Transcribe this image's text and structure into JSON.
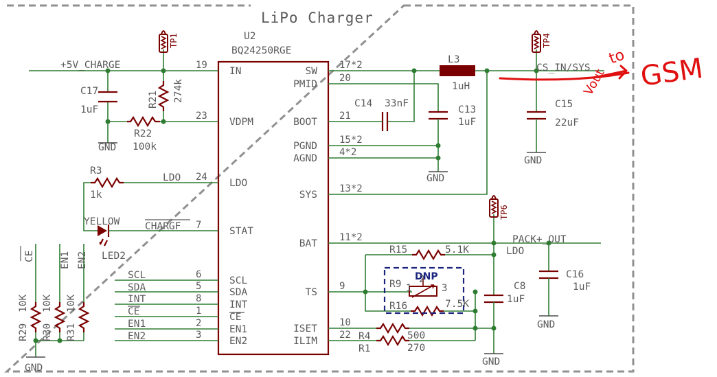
{
  "title": "LiPo Charger",
  "chip": {
    "ref": "U2",
    "part": "BQ24250RGE",
    "left_pins": [
      {
        "name": "IN",
        "num": "19"
      },
      {
        "name": "VDPM",
        "num": "23"
      },
      {
        "name": "LDO",
        "num": "24"
      },
      {
        "name": "STAT",
        "num": "7"
      },
      {
        "name": "SCL",
        "num": "6"
      },
      {
        "name": "SDA",
        "num": "5"
      },
      {
        "name": "INT",
        "num": "8"
      },
      {
        "name": "CE",
        "num": "1"
      },
      {
        "name": "EN1",
        "num": "2"
      },
      {
        "name": "EN2",
        "num": "3"
      }
    ],
    "right_pins": [
      {
        "name": "SW",
        "num": "17*2"
      },
      {
        "name": "PMID",
        "num": "20"
      },
      {
        "name": "BOOT",
        "num": "21"
      },
      {
        "name": "PGND",
        "num": "15*2"
      },
      {
        "name": "AGND",
        "num": "4*2"
      },
      {
        "name": "SYS",
        "num": "13*2"
      },
      {
        "name": "BAT",
        "num": "11*2"
      },
      {
        "name": "TS",
        "num": "9"
      },
      {
        "name": "ISET",
        "num": "10"
      },
      {
        "name": "ILIM",
        "num": "22"
      }
    ]
  },
  "nets": {
    "charge_in": "+5V_CHARGE",
    "cs_in_sys": "CS_IN/SYS",
    "pack_out": "PACK+_OUT",
    "ldo": "LDO",
    "ldo_pin": "LDO",
    "chargf": "CHARGF",
    "gnd": "GND",
    "scl": "SCL",
    "sda": "SDA",
    "int": "INT",
    "ce": "CE",
    "en1": "EN1",
    "en2": "EN2",
    "ce_top": "CE",
    "en1_top": "EN1",
    "en2_top": "EN2"
  },
  "components": {
    "c17": {
      "ref": "C17",
      "value": "1uF"
    },
    "r21": {
      "ref": "R21",
      "value": "274k"
    },
    "r22": {
      "ref": "R22",
      "value": "100k"
    },
    "r3": {
      "ref": "R3",
      "value": "1k"
    },
    "led2": {
      "ref": "LED2",
      "value": "YELLOW"
    },
    "c14": {
      "ref": "C14",
      "value": "33nF"
    },
    "c13": {
      "ref": "C13",
      "value": "1uF"
    },
    "l3": {
      "ref": "L3",
      "value": "1uH"
    },
    "c15": {
      "ref": "C15",
      "value": "22uF"
    },
    "r15": {
      "ref": "R15",
      "value": "5.1K"
    },
    "r9": {
      "ref": "R9",
      "pin1": "1",
      "pin2": "2",
      "pin3": "3",
      "note": "DNP"
    },
    "r16": {
      "ref": "R16",
      "value": "7.5K"
    },
    "c8": {
      "ref": "C8",
      "value": "1uF"
    },
    "c16": {
      "ref": "C16",
      "value": "1uF"
    },
    "r4": {
      "ref": "R4",
      "value": "500"
    },
    "r1": {
      "ref": "R1",
      "value": "270"
    },
    "r29": {
      "ref": "R29",
      "value": "10K"
    },
    "r30": {
      "ref": "R30",
      "value": "10K"
    },
    "r31": {
      "ref": "R31",
      "value": "10K"
    }
  },
  "test_points": [
    "TP1",
    "TP4",
    "TP6"
  ],
  "annotation": {
    "to": "to",
    "vout": "Vout",
    "gsm": "GSM"
  },
  "colors": {
    "wire": "#2e7d32",
    "component": "#7a0000",
    "text": "#5a5a5a",
    "frame": "#909090",
    "pen": "#e01010",
    "dnp_box": "#1a237e"
  }
}
